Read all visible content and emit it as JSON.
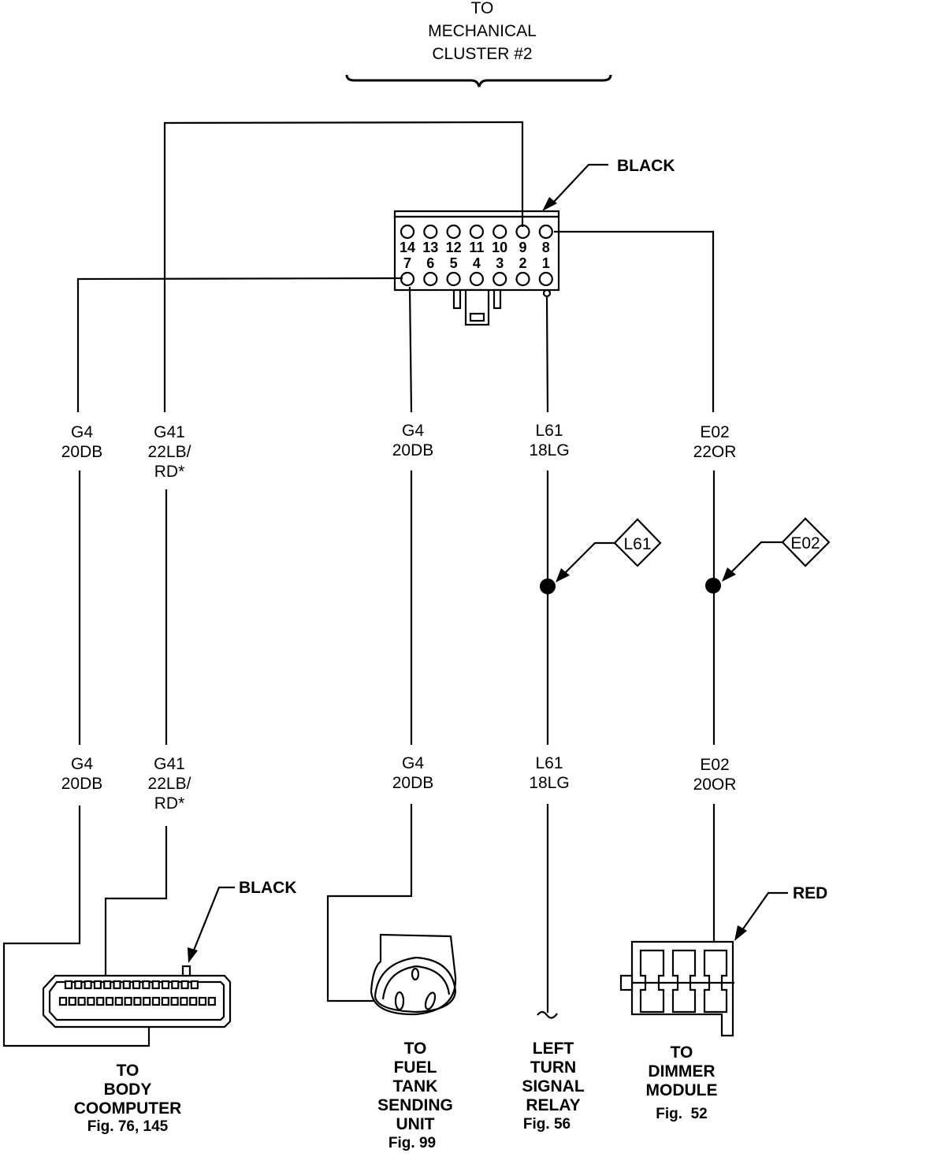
{
  "top_label": [
    "TO",
    "MECHANICAL",
    "CLUSTER #2"
  ],
  "main_connector": {
    "color_label": "BLACK",
    "pins_top": [
      "14",
      "13",
      "12",
      "11",
      "10",
      "9",
      "8"
    ],
    "pins_bottom": [
      "7",
      "6",
      "5",
      "4",
      "3",
      "2",
      "1"
    ]
  },
  "wires_upper": [
    {
      "circuit": "G4",
      "gauge": "20DB",
      "extra": ""
    },
    {
      "circuit": "G41",
      "gauge": "22LB/",
      "extra": "RD*"
    },
    {
      "circuit": "G4",
      "gauge": "20DB",
      "extra": ""
    },
    {
      "circuit": "L61",
      "gauge": "18LG",
      "extra": ""
    },
    {
      "circuit": "E02",
      "gauge": "22OR",
      "extra": ""
    }
  ],
  "wires_lower": [
    {
      "circuit": "G4",
      "gauge": "20DB",
      "extra": ""
    },
    {
      "circuit": "G41",
      "gauge": "22LB/",
      "extra": "RD*"
    },
    {
      "circuit": "G4",
      "gauge": "20DB",
      "extra": ""
    },
    {
      "circuit": "L61",
      "gauge": "18LG",
      "extra": ""
    },
    {
      "circuit": "E02",
      "gauge": "20OR",
      "extra": ""
    }
  ],
  "splices": [
    {
      "id": "L61"
    },
    {
      "id": "E02"
    }
  ],
  "connector_colors": {
    "body_computer": "BLACK",
    "dimmer": "RED"
  },
  "destinations": [
    {
      "lines": [
        "TO",
        "BODY",
        "COOMPUTER"
      ],
      "fig": "Fig. 76, 145"
    },
    {
      "lines": [
        "TO",
        "FUEL",
        "TANK",
        "SENDING",
        "UNIT"
      ],
      "fig": "Fig. 99"
    },
    {
      "lines": [
        "LEFT",
        "TURN",
        "SIGNAL",
        "RELAY"
      ],
      "fig": "Fig. 56"
    },
    {
      "lines": [
        "TO",
        "DIMMER",
        "MODULE"
      ],
      "fig": "Fig.  52"
    }
  ]
}
